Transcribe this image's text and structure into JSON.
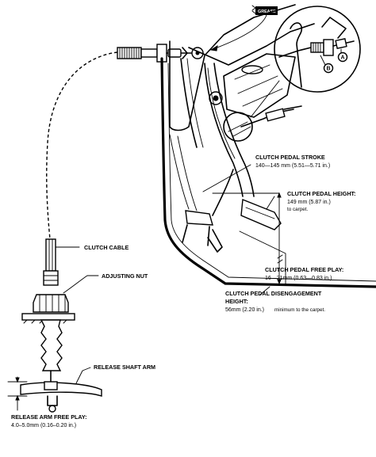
{
  "labels": {
    "grease": "GREASE",
    "point_a": "A",
    "point_b": "B",
    "clutch_cable": "CLUTCH CABLE",
    "adjusting_nut": "ADJUSTING NUT",
    "release_shaft_arm": "RELEASE SHAFT ARM",
    "release_arm_free_play": {
      "title": "RELEASE ARM FREE PLAY:",
      "value": "4.0–5.0mm (0.16–0.20 in.)"
    },
    "pedal_stroke": {
      "title": "CLUTCH PEDAL STROKE",
      "value": "140—145 mm (5.51—5.71 in.)"
    },
    "pedal_height": {
      "title": "CLUTCH PEDAL HEIGHT:",
      "value": "149 mm (5.87 in.)",
      "note": "to carpet."
    },
    "pedal_free_play": {
      "title": "CLUTCH PEDAL FREE PLAY:",
      "value": "16—21mm (0.63—0.83 in.)"
    },
    "disengagement_height": {
      "title_line1": "CLUTCH PEDAL DISENGAGEMENT",
      "title_line2": "HEIGHT:",
      "value": "56mm (2.20 in.)",
      "note": "minimum to the carpet."
    }
  }
}
